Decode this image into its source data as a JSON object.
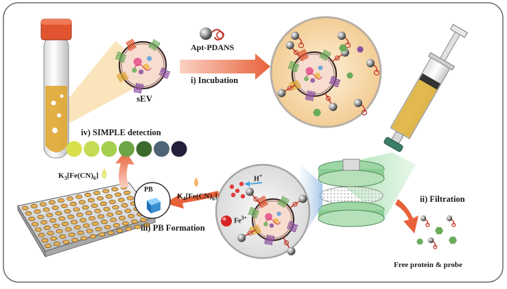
{
  "labels": {
    "sev": "sEV",
    "apt_pdans": "Apt-PDANS",
    "incubation": "i) Incubation",
    "filtration": "ii) Filtration",
    "free_protein_probe": "Free protein & probe",
    "pb_formation": "iii) PB Formation",
    "pb": "PB",
    "simple_detection": "iv) SIMPLE  detection",
    "k3_reagent_prefix": "K",
    "k3_reagent_sub": "3",
    "k3_reagent_mid": "[Fe(CN)",
    "k3_reagent_sub2": "6",
    "k3_reagent_end": "]",
    "k4_reagent_prefix": "K",
    "k4_reagent_sub": "4",
    "k4_reagent_mid": "[Fe(CN)",
    "k4_reagent_sub2": "6",
    "k4_reagent_end": "]",
    "h_plus": "H",
    "h_plus_sup": "+",
    "fe3_plus": "Fe",
    "fe3_plus_sup": "3+"
  },
  "color_scale": [
    "#d8e04a",
    "#c4dc55",
    "#a6cf4e",
    "#6ca544",
    "#3c6a2c",
    "#4e6474",
    "#22203a"
  ],
  "colors": {
    "arrow": "#e8623a",
    "vesicle_fill": "#f7ddd0",
    "vesicle_stroke": "#3a2a28",
    "zoom_bg": "#f6d7a6",
    "filter_green": "#9fd6a5",
    "probe_red": "#c0392b",
    "protein_green": "#6cab5a",
    "purple_protein": "#8a4fa0",
    "pb_blue": "#3a8fd0"
  }
}
